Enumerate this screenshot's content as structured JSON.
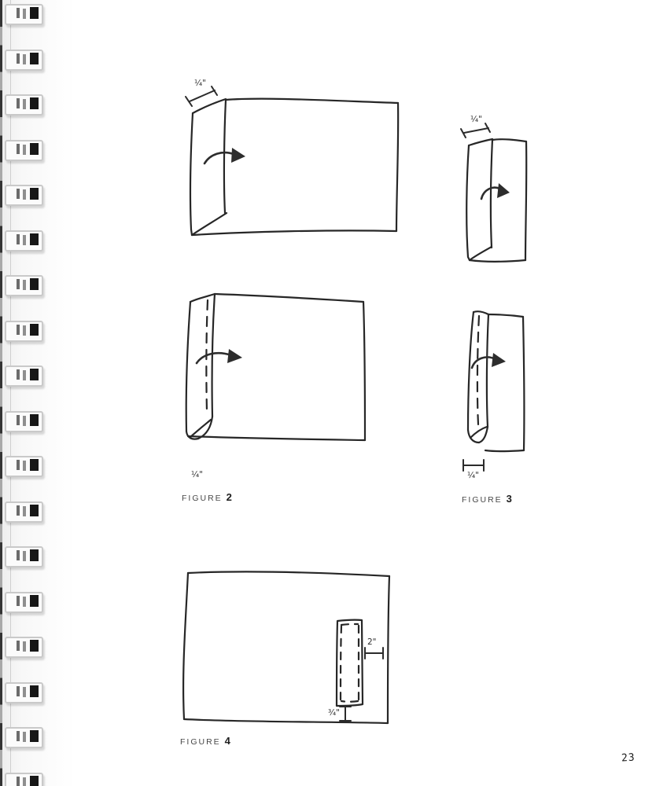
{
  "binding": {
    "ring_count": 18
  },
  "figures": {
    "top_left": {
      "dim": "¼\""
    },
    "top_right": {
      "dim": "¼\""
    },
    "fig2": {
      "caption_word": "FIGURE",
      "caption_num": "2",
      "dim": "¼\""
    },
    "fig3": {
      "caption_word": "FIGURE",
      "caption_num": "3",
      "dim": "¼\""
    },
    "fig4": {
      "caption_word": "FIGURE",
      "caption_num": "4",
      "dim_width": "2\"",
      "dim_depth": "¾\""
    }
  },
  "page_number": "23"
}
